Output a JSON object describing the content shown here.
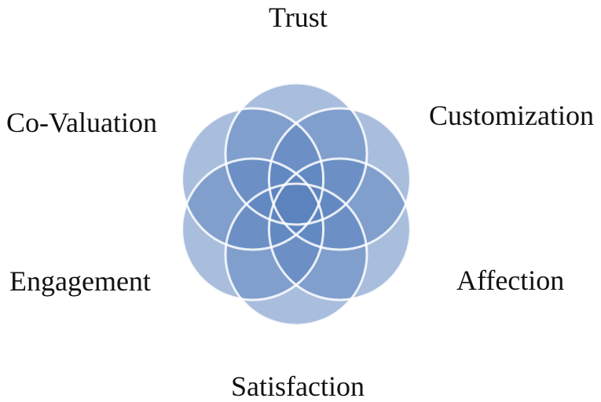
{
  "diagram": {
    "colors": {
      "petal_fill": "#5a82bd",
      "petal_stroke": "#ffffff",
      "text": "#111111"
    },
    "labels": {
      "trust": "Trust",
      "customization": "Customization",
      "affection": "Affection",
      "satisfaction": "Satisfaction",
      "engagement": "Engagement",
      "co_valuation": "Co-Valuation"
    },
    "petals": [
      "Trust",
      "Customization",
      "Affection",
      "Satisfaction",
      "Engagement",
      "Co-Valuation"
    ]
  }
}
